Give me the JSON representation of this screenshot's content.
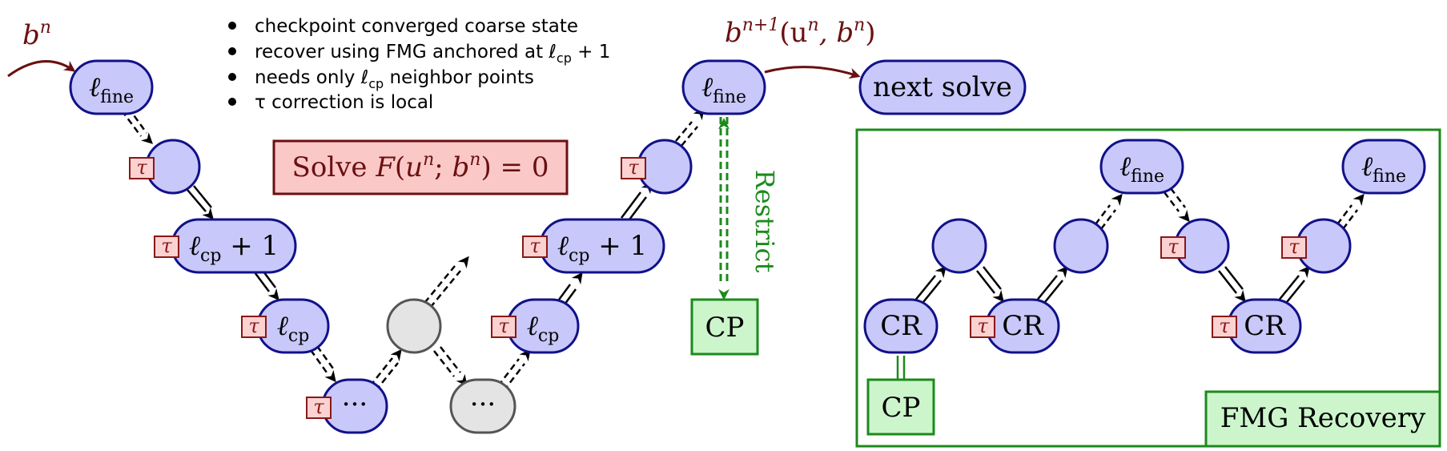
{
  "labels": {
    "b_n": "b",
    "b_n_sup": "n",
    "b_next": "b",
    "b_next_sup": "n+1",
    "b_next_args": "(u",
    "b_next_args_sup": "n",
    "b_next_args_tail": ", b",
    "b_next_args_sup2": "n",
    "b_next_close": ")",
    "l_main": "ℓ",
    "sub_fine": "fine",
    "sub_cp": "cp",
    "plus_one": " + 1",
    "ellipsis": "···",
    "next_solve": "next solve",
    "cp": "CP",
    "cr": "CR",
    "tau": "τ",
    "restrict": "Restrict",
    "fmg_recovery": "FMG Recovery"
  },
  "solve_box": {
    "pre": "Solve ",
    "f": "F",
    "open": "(",
    "u": "u",
    "u_sup": "n",
    "sep": "; ",
    "b": "b",
    "b_sup": "n",
    "close": ") = 0"
  },
  "bullets": [
    {
      "pre": "checkpoint converged coarse state",
      "sub": "",
      "post": ""
    },
    {
      "pre": "recover using FMG anchored at ℓ",
      "sub": "cp",
      "post": " + 1"
    },
    {
      "pre": "needs only ℓ",
      "sub": "cp",
      "post": " neighbor points"
    },
    {
      "pre": "τ correction is local",
      "sub": "",
      "post": ""
    }
  ],
  "colors": {
    "node_fill": "#c8c8fa",
    "node_stroke": "#11118a",
    "tau_stroke": "#8a1818",
    "green": "#1c8a1c",
    "dark_red": "#6a1010"
  }
}
